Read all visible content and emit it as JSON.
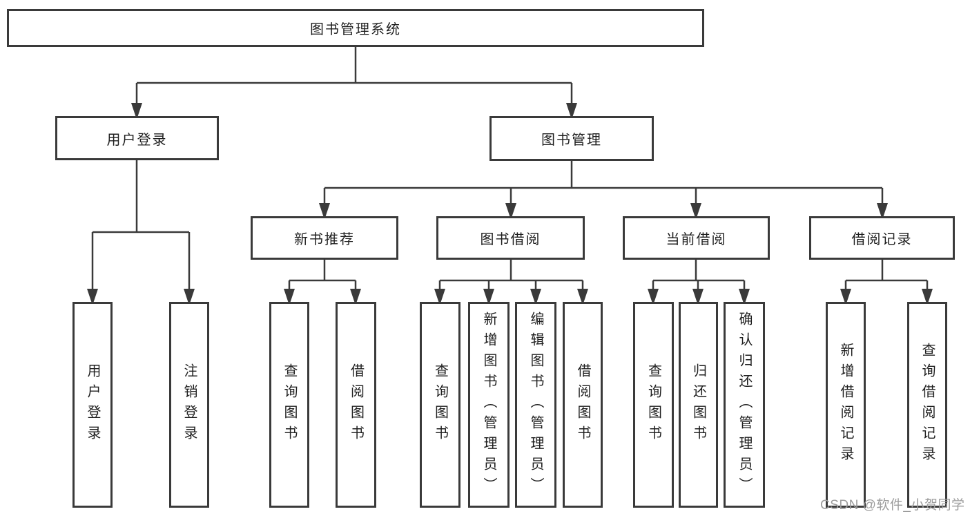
{
  "tree": {
    "root": "图书管理系统",
    "level1": {
      "user_login": "用户登录",
      "book_management": "图书管理"
    },
    "level2": {
      "new_book_rec": "新书推荐",
      "book_borrow": "图书借阅",
      "current_borrow": "当前借阅",
      "borrow_records": "借阅记录"
    },
    "leaves": {
      "user_login": [
        "用户登录",
        "注销登录"
      ],
      "new_book_rec": [
        "查询图书",
        "借阅图书"
      ],
      "book_borrow": [
        "查询图书",
        "新增图书（管理员）",
        "编辑图书（管理员）",
        "借阅图书"
      ],
      "current_borrow": [
        "查询图书",
        "归还图书",
        "确认归还（管理员）"
      ],
      "borrow_records": [
        "新增借阅记录",
        "查询借阅记录"
      ]
    }
  },
  "watermark": "CSDN @软件_小贺同学",
  "colors": {
    "line": "#3a3a3a",
    "text": "#1f1f1f",
    "watermark": "#9c9c9c",
    "background": "#ffffff"
  }
}
